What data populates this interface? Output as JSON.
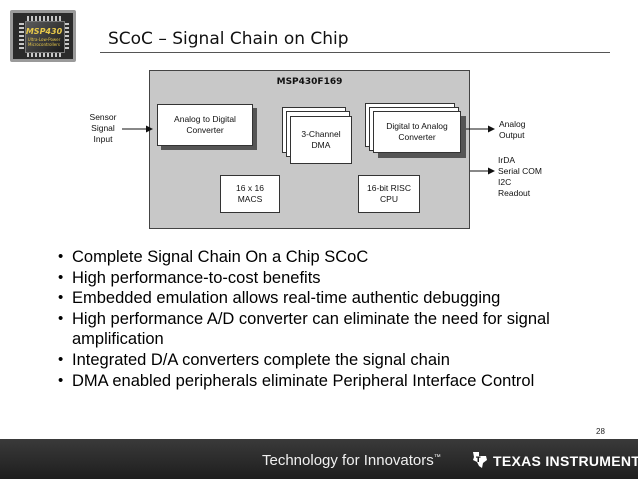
{
  "header": {
    "title": "SCoC – Signal Chain on Chip",
    "logo_text": "MSP430",
    "logo_subtext": "Ultra-Low-Power Microcontrollers"
  },
  "diagram": {
    "chip_name": "MSP430F169",
    "input_label": [
      "Sensor",
      "Signal",
      "Input"
    ],
    "blocks": {
      "adc": "Analog to Digital Converter",
      "dma": "3-Channel DMA",
      "dac": "Digital to Analog Converter",
      "macs": "16 x 16 MACS",
      "cpu": "16-bit RISC CPU"
    },
    "analog_output": [
      "Analog",
      "Output"
    ],
    "peripherals": [
      "IrDA",
      "Serial COM",
      "I2C",
      "Readout"
    ]
  },
  "bullets": [
    "Complete Signal Chain On a Chip SCoC",
    "High performance-to-cost benefits",
    "Embedded emulation allows real-time authentic debugging",
    "High performance A/D converter can eliminate the need for signal amplification",
    "Integrated D/A converters complete the signal chain",
    "DMA enabled peripherals eliminate Peripheral Interface Control"
  ],
  "page_number": "28",
  "footer": {
    "slogan": "Technology for Innovators",
    "trademark": "™",
    "brand": "TEXAS INSTRUMENTS",
    "logo_icon": "texas-state-icon"
  },
  "colors": {
    "chip_fill": "#c8c8c8",
    "footer_bg": "#2a2a2a",
    "logo_accent": "#e8c94a"
  }
}
